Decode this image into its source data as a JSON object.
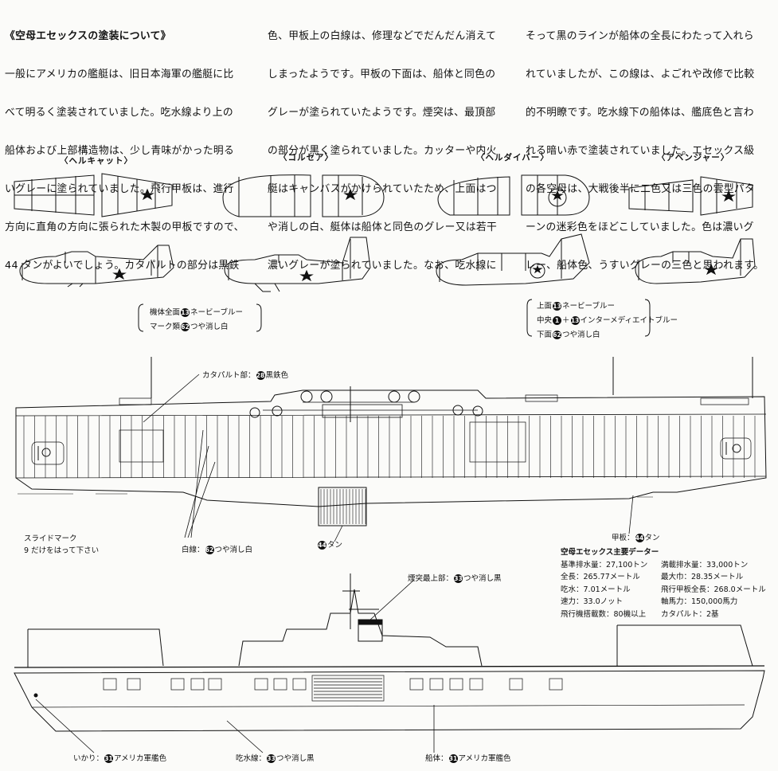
{
  "article": {
    "heading": "《空母エセックスの塗装について》",
    "col1": [
      "一般にアメリカの艦艇は、旧日本海軍の艦艇に比",
      "べて明るく塗装されていました。吃水線より上の",
      "船体および上部構造物は、少し青味がかった明る",
      "いグレーに塗られていました。飛行甲板は、進行",
      "方向に直角の方向に張られた木製の甲板ですので、",
      "44 タンがよいでしょう。カタパルトの部分は黒鉄"
    ],
    "col2": [
      "色、甲板上の白線は、修理などでだんだん消えて",
      "しまったようです。甲板の下面は、船体と同色の",
      "グレーが塗られていたようです。煙突は、最頂部",
      "の部分が黒く塗られていました。カッターや内火",
      "艇はキャンバスがかけられていたため、上面はつ",
      "や消しの白、艇体は船体と同色のグレー又は若干",
      "濃いグレーが塗られていました。なお、吃水線に"
    ],
    "col3": [
      "そって黒のラインが船体の全長にわたって入れら",
      "れていましたが、この線は、よごれや改修で比較",
      "的不明瞭です。吃水線下の船体は、艦底色と言わ",
      "れる暗い赤で塗装されていました。エセックス級",
      "の各空母は、大戦後半に二色又は三色の雲型パタ",
      "ーンの迷彩色をほどこしていました。色は濃いグ",
      "レー、船体色、うすいグレーの三色と思われます。"
    ]
  },
  "planes": [
    {
      "name": "〈ヘルキャット〉"
    },
    {
      "name": "〈コルセア〉"
    },
    {
      "name": "〈ヘルダイバー〉"
    },
    {
      "name": "〈アベンジャー〉"
    }
  ],
  "legend_left": [
    {
      "text": "機体全面",
      "num": "13",
      "after": "ネービーブルー"
    },
    {
      "text": "マーク類",
      "num": "62",
      "after": "つや消し白"
    }
  ],
  "legend_right": [
    {
      "text": "上面",
      "num": "13",
      "after": "ネービーブルー"
    },
    {
      "text": "中央",
      "num": "1",
      "mid": "＋",
      "num2": "13",
      "after": "インターメディエイトブルー"
    },
    {
      "text": "下面",
      "num": "62",
      "after": "つや消し白"
    }
  ],
  "callouts": {
    "catapult": {
      "text": "カタパルト部：",
      "num": "28",
      "after": "黒鉄色"
    },
    "slide1": "スライドマーク",
    "slide2": "9 だけをはって下さい",
    "whiteline": {
      "text": "白線：",
      "num": "62",
      "after": "つや消し白"
    },
    "tan": {
      "num": "44",
      "after": "タン"
    },
    "deck": {
      "text": "甲板：",
      "num": "44",
      "after": "タン"
    },
    "funnel": {
      "text": "煙突最上部：",
      "num": "33",
      "after": "つや消し黒"
    },
    "anchor": {
      "text": "いかり：",
      "num": "31",
      "after": "アメリカ軍艦色"
    },
    "waterline": {
      "text": "吃水線：",
      "num": "33",
      "after": "つや消し黒"
    },
    "hull": {
      "text": "船体：",
      "num": "31",
      "after": "アメリカ軍艦色"
    }
  },
  "specs": {
    "title": "空母エセックス主要データー",
    "rows": [
      [
        "基準排水量：27,100トン",
        "満載排水量：33,000トン"
      ],
      [
        "全長：265.77メートル",
        "最大巾：28.35メートル"
      ],
      [
        "吃水：7.01メートル",
        "飛行甲板全長：268.0メートル"
      ],
      [
        "速力：33.0ノット",
        "軸馬力：150,000馬力"
      ],
      [
        "飛行機搭載数：80機以上",
        "カタパルト：2基"
      ]
    ]
  }
}
